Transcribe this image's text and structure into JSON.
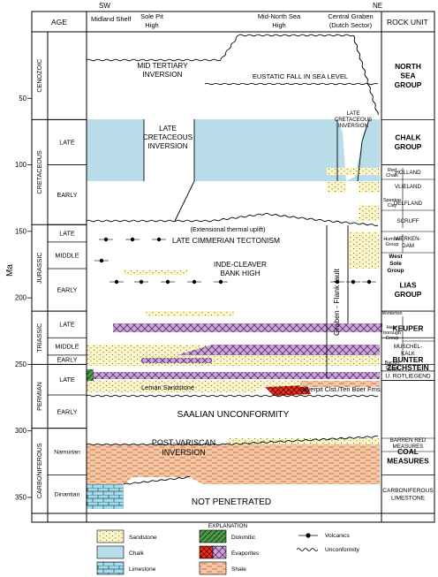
{
  "header": {
    "sw": "SW",
    "ne": "NE",
    "age": "AGE",
    "rock_unit": "ROCK UNIT",
    "midland_shelf": "Midland Shelf",
    "sole_pit": [
      "Sole Pit",
      "High"
    ],
    "mid_north_sea": [
      "Mid-North Sea",
      "High"
    ],
    "central_graben": [
      "Central Graben",
      "(Dutch Sector)"
    ]
  },
  "axis": {
    "label": "Ma",
    "ticks": [
      {
        "value": 50,
        "label": "50"
      },
      {
        "value": 100,
        "label": "100"
      },
      {
        "value": 150,
        "label": "150"
      },
      {
        "value": 200,
        "label": "200"
      },
      {
        "value": 250,
        "label": "250"
      },
      {
        "value": 300,
        "label": "300"
      },
      {
        "value": 350,
        "label": "350"
      }
    ]
  },
  "eras": [
    {
      "label": "CENOZOIC",
      "from": 0,
      "to": 66
    },
    {
      "label": "CRETACEOUS",
      "from": 66,
      "to": 145
    },
    {
      "label": "JURASSIC",
      "from": 145,
      "to": 210
    },
    {
      "label": "TRIASSIC",
      "from": 210,
      "to": 250
    },
    {
      "label": "PERMIAN",
      "from": 250,
      "to": 298
    },
    {
      "label": "CARBONIFEROUS",
      "from": 298,
      "to": 362
    }
  ],
  "epochs": [
    {
      "label": "LATE",
      "from": 66,
      "to": 100
    },
    {
      "label": "EARLY",
      "from": 100,
      "to": 145
    },
    {
      "label": "LATE",
      "from": 145,
      "to": 158
    },
    {
      "label": "MIDDLE",
      "from": 158,
      "to": 178
    },
    {
      "label": "EARLY",
      "from": 178,
      "to": 210
    },
    {
      "label": "LATE",
      "from": 210,
      "to": 230
    },
    {
      "label": "MIDDLE",
      "from": 230,
      "to": 243
    },
    {
      "label": "EARLY",
      "from": 243,
      "to": 250
    },
    {
      "label": "LATE",
      "from": 250,
      "to": 273
    },
    {
      "label": "EARLY",
      "from": 273,
      "to": 298
    },
    {
      "label": "Namurian",
      "from": 298,
      "to": 333
    },
    {
      "label": "Dinantian",
      "from": 333,
      "to": 362
    }
  ],
  "rock_units": [
    {
      "lines": [
        "NORTH",
        "SEA",
        "GROUP"
      ],
      "from": 0,
      "to": 66
    },
    {
      "lines": [
        "CHALK",
        "GROUP"
      ],
      "from": 66,
      "to": 100
    },
    {
      "lines": [
        "LIAS",
        "GROUP"
      ],
      "from": 178,
      "to": 210
    },
    {
      "lines": [
        "KEUPER"
      ],
      "from": 216,
      "to": 230
    },
    {
      "lines": [
        "BUNTER"
      ],
      "from": 243,
      "to": 250
    },
    {
      "lines": [
        "ZECHSTEIN"
      ],
      "from": 250,
      "to": 255
    },
    {
      "lines": [
        "U. ROTLIEGEND"
      ],
      "from": 255,
      "to": 262
    },
    {
      "lines": [
        "COAL",
        "MEASURES"
      ],
      "from": 305,
      "to": 333
    },
    {
      "lines": [
        "CARBONIFEROUS",
        "LIMESTONE"
      ],
      "from": 333,
      "to": 362
    }
  ],
  "rock_unit_small": {
    "holland": "HOLLAND",
    "vlieland": "VLIELAND",
    "delfland": "DELFLAND",
    "scruff": "SCRUFF",
    "werkendam": [
      "WERKEN-",
      "DAM"
    ],
    "muschelkalk": [
      "MUSCHEL-",
      "KALK"
    ],
    "barren_red": [
      "BARREN RED",
      "MEASURES"
    ],
    "red_chalk": [
      "Red",
      "Chalk"
    ],
    "speeton": [
      "Speeton",
      "Clay"
    ],
    "humber": [
      "Humber",
      "Group"
    ],
    "west_sole": [
      "West",
      "Sole",
      "Group"
    ],
    "winterton": "Winterton",
    "haisborough": [
      "Hais-",
      "borough",
      "Group"
    ],
    "bacton": [
      "Bacton",
      "Group"
    ]
  },
  "annotations": {
    "mid_tertiary": [
      "MID TERTIARY",
      "INVERSION"
    ],
    "eustatic": "EUSTATIC FALL IN SEA LEVEL",
    "late_cret_inv": [
      "LATE",
      "CRETACEOUS",
      "INVERSION"
    ],
    "late_cret_inv_small": [
      "LATE",
      "CRETACEOUS",
      "INVERSION"
    ],
    "extensional": "(Extensional thermal uplift)",
    "cimmerian": "LATE CIMMERIAN TECTONISM",
    "inde_cleaver": [
      "INDE-CLEAVER",
      "BANK HIGH"
    ],
    "graben_fault": "Graben - Flank fault",
    "leman": "Leman Sandstone",
    "silverpit": "Silverpit Clst./Ten Boer Fms.",
    "saalian": "SAALIAN UNCONFORMITY",
    "post_variscan": [
      "POST-VARISCAN",
      "INVERSION"
    ],
    "not_penetrated": "NOT PENETRATED"
  },
  "legend": {
    "title": "EXPLANATION",
    "items": [
      {
        "key": "sandstone",
        "label": "Sandstone"
      },
      {
        "key": "chalk",
        "label": "Chalk"
      },
      {
        "key": "limestone",
        "label": "Limestone"
      },
      {
        "key": "dolomitic",
        "label": "Dolomitic"
      },
      {
        "key": "evaporites",
        "label": "Evaporites"
      },
      {
        "key": "shale",
        "label": "Shale"
      },
      {
        "key": "volcanics",
        "label": "Volcanics"
      },
      {
        "key": "unconformity",
        "label": "Unconformity"
      }
    ]
  },
  "colors": {
    "chalk": "#b8dde8",
    "sandstone": "#fdf7c8",
    "shale": "#f6c7a6",
    "limestone": "#a9dbe9",
    "evaporite_red": "#e8341f",
    "evaporite_purple": "#c9a6d6",
    "dolomitic": "#4c9a4a"
  }
}
